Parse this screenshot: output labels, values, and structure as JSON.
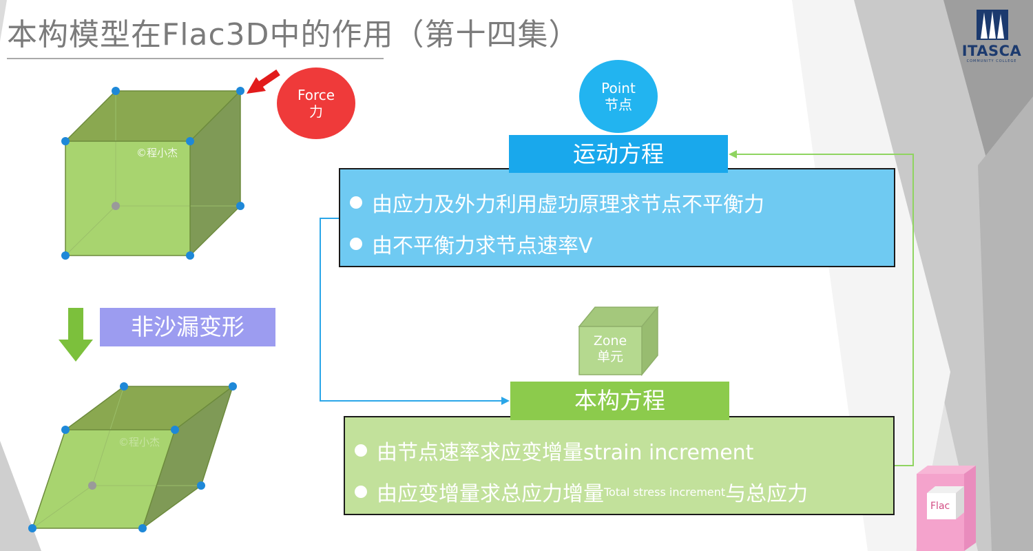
{
  "title": "本构模型在Flac3D中的作用（第十四集）",
  "logo": {
    "name": "ITASCA",
    "sub": "COMMUNITY COLLEGE"
  },
  "force_circle": {
    "line1": "Force",
    "line2": "力"
  },
  "point_circle": {
    "line1": "Point",
    "line2": "节点"
  },
  "motion_section": {
    "header": "运动方程",
    "bullets": [
      "由应力及外力利用虚功原理求节点不平衡力",
      "由不平衡力求节点速率V"
    ]
  },
  "constitutive_section": {
    "header": "本构方程",
    "bullet1": {
      "main": "由节点速率求应变增量strain  increment"
    },
    "bullet2": {
      "main": "由应变增量求总应力增量",
      "small": "Total  stress increment",
      "tail": "与总应力"
    }
  },
  "zone_cube": {
    "line1": "Zone",
    "line2": "单元"
  },
  "hourglass_label": "非沙漏变形",
  "watermark": "©程小杰",
  "flac_box_label": "Flac",
  "colors": {
    "force": "#ef3a3a",
    "point": "#22b4f0",
    "motion_header": "#19a8ec",
    "motion_body": "#6fcaf2",
    "const_header": "#8ccb4c",
    "const_body": "#c2e19b",
    "hourglass_label": "#9c9cf0",
    "cube_face": "#a8d46f",
    "node": "#1e88d8"
  },
  "icons": [
    "red-arrow-icon",
    "green-down-arrow-icon",
    "itasca-trees-icon",
    "flac-box-icon"
  ]
}
